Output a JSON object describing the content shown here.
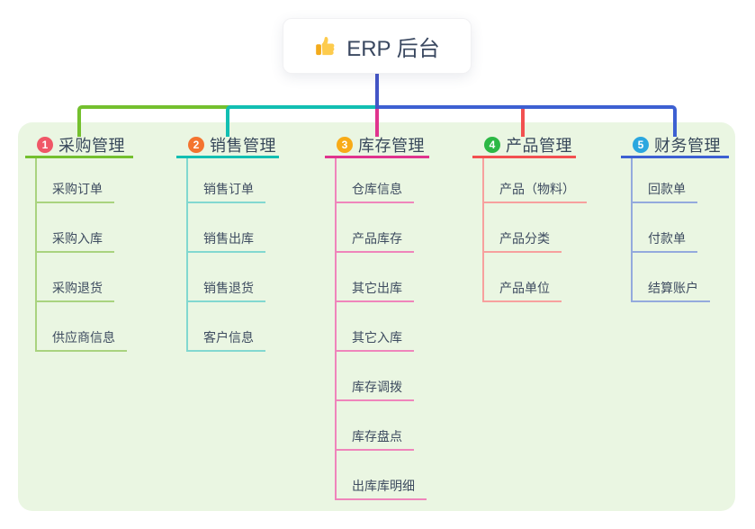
{
  "root": {
    "title": "ERP 后台",
    "icon": "thumbs-up-icon",
    "connector_color": "#4355c7",
    "card_bg": "#ffffff",
    "text_color": "#3a4860"
  },
  "panel": {
    "bg_color": "#eaf6e2"
  },
  "branches": [
    {
      "index": "1",
      "label": "采购管理",
      "badge_color": "#f05767",
      "line_color": "#74c02e",
      "sub_line_color": "#a9d37f",
      "children": [
        "采购订单",
        "采购入库",
        "采购退货",
        "供应商信息"
      ]
    },
    {
      "index": "2",
      "label": "销售管理",
      "badge_color": "#f4742f",
      "line_color": "#12bfb2",
      "sub_line_color": "#82d8d0",
      "children": [
        "销售订单",
        "销售出库",
        "销售退货",
        "客户信息"
      ]
    },
    {
      "index": "3",
      "label": "库存管理",
      "badge_color": "#f8ab17",
      "line_color": "#e0348e",
      "sub_line_color": "#ef85bb",
      "children": [
        "仓库信息",
        "产品库存",
        "其它出库",
        "其它入库",
        "库存调拨",
        "库存盘点",
        "出库库明细"
      ]
    },
    {
      "index": "4",
      "label": "产品管理",
      "badge_color": "#2cb845",
      "line_color": "#f25050",
      "sub_line_color": "#f7a09e",
      "children": [
        "产品（物料）",
        "产品分类",
        "产品单位"
      ]
    },
    {
      "index": "5",
      "label": "财务管理",
      "badge_color": "#2ba7df",
      "line_color": "#3d60d2",
      "sub_line_color": "#94aadd",
      "children": [
        "回款单",
        "付款单",
        "结算账户"
      ]
    }
  ]
}
